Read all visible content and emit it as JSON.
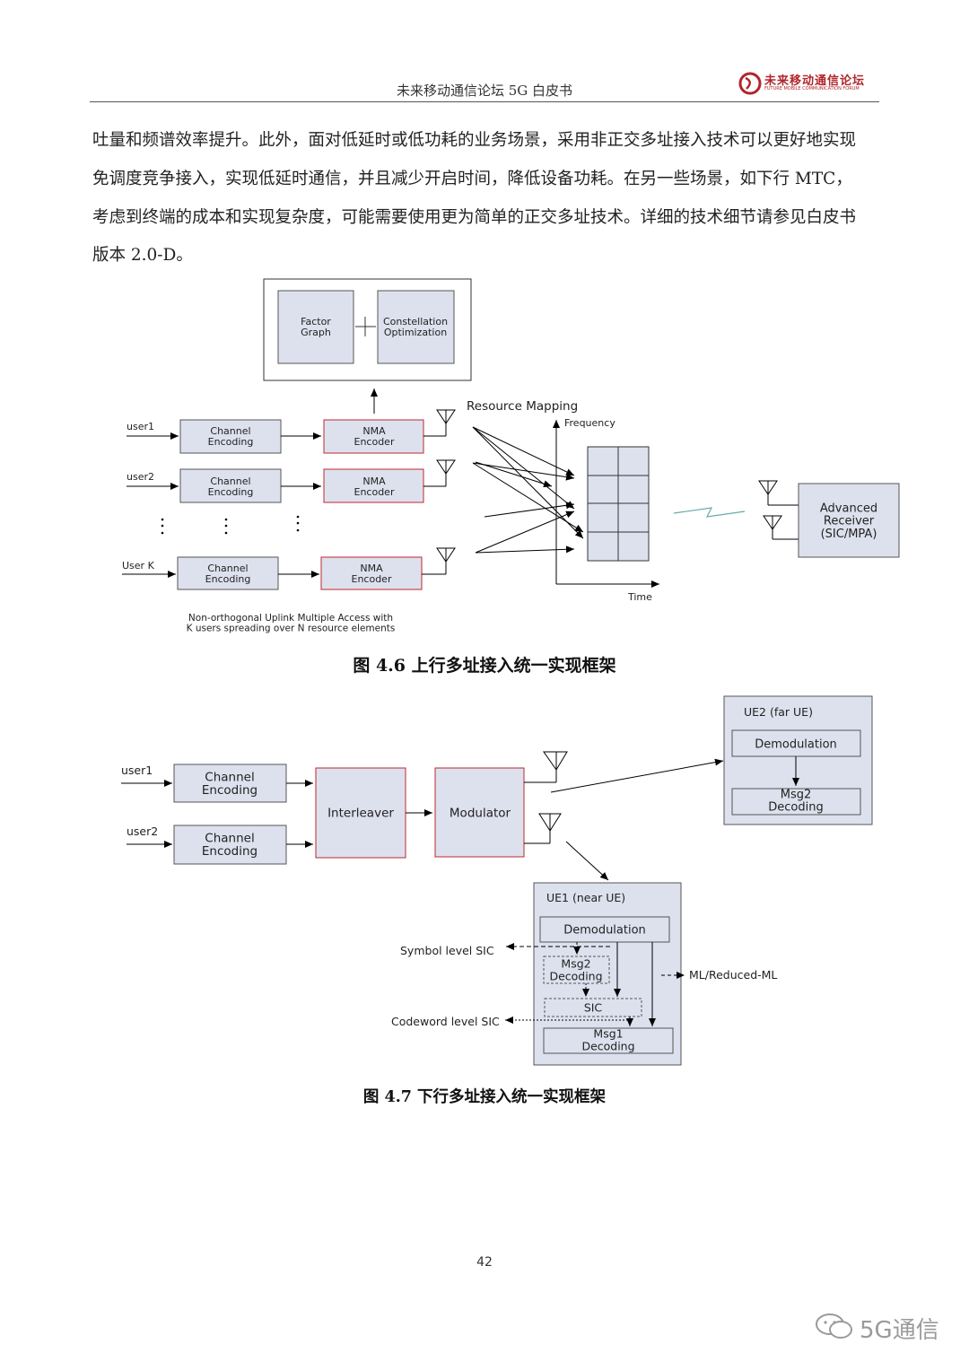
{
  "header": {
    "title": "未来移动通信论坛 5G 白皮书",
    "logo_cn": "未来移动通信论坛",
    "logo_en": "FUTURE MOBILE COMMUNICATION FORUM"
  },
  "body_text": [
    "吐量和频谱效率提升。此外，面对低延时或低功耗的业务场景，采用非正交多址接入技术可以更好地实现",
    "免调度竞争接入，实现低延时通信，并且减少开启时间，降低设备功耗。在另一些场景，如下行  MTC，",
    "考虑到终端的成本和实现复杂度，可能需要使用更为简单的正交多址技术。详细的技术细节请参见白皮书",
    "版本 2.0-D。"
  ],
  "figure_4_6": {
    "top_box": {
      "left": "Factor\nGraph",
      "right": "Constellation\nOptimization"
    },
    "rows": [
      {
        "user": "user1",
        "encoding": "Channel\nEncoding",
        "encoder": "NMA\nEncoder"
      },
      {
        "user": "user2",
        "encoding": "Channel\nEncoding",
        "encoder": "NMA\nEncoder"
      },
      {
        "user": "User K",
        "encoding": "Channel\nEncoding",
        "encoder": "NMA\nEncoder"
      }
    ],
    "resource_mapping": "Resource Mapping",
    "freq_label": "Frequency",
    "time_label": "Time",
    "receiver": "Advanced\nReceiver\n(SIC/MPA)",
    "note": "Non-orthogonal Uplink Multiple Access with\nK users spreading over N resource elements",
    "caption": "图  4.6  上行多址接入统一实现框架"
  },
  "figure_4_7": {
    "users": [
      {
        "user": "user1",
        "encoding": "Channel\nEncoding"
      },
      {
        "user": "user2",
        "encoding": "Channel\nEncoding"
      }
    ],
    "interleaver": "Interleaver",
    "modulator": "Modulator",
    "ue2": {
      "title": "UE2 (far UE)",
      "demod": "Demodulation",
      "msg2": "Msg2\nDecoding"
    },
    "ue1": {
      "title": "UE1 (near UE)",
      "demod": "Demodulation",
      "msg2": "Msg2\nDecoding",
      "sic": "SIC",
      "msg1": "Msg1\nDecoding"
    },
    "symbol_sic": "Symbol level SIC",
    "codeword_sic": "Codeword level SIC",
    "ml": "ML/Reduced-ML",
    "caption": "图  4.7  下行多址接入统一实现框架"
  },
  "page_number": "42",
  "watermark": "5G通信",
  "colors": {
    "box_fill": "#dde1ee",
    "red_border": "#c0262d",
    "logo_red": "#b0262b"
  }
}
